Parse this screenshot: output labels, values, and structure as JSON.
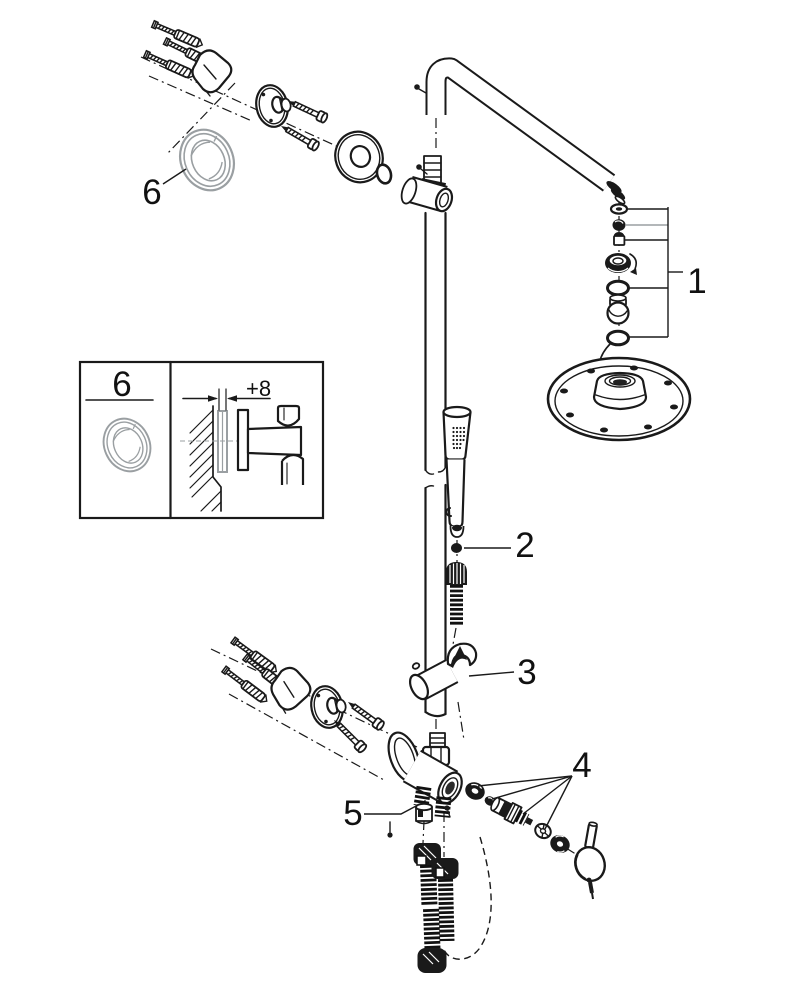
{
  "diagram": {
    "kind": "exploded-parts-diagram",
    "subject": "wall-mounted shower system with rain head, hand shower, diverter valve and mounting hardware"
  },
  "colors": {
    "ink": "#1a1a1a",
    "muted_gray": "#9a9fa2",
    "label": "#111111",
    "background": "#ffffff"
  },
  "callouts": {
    "head_connection": "1",
    "hand_shower_seal": "2",
    "shower_holder": "3",
    "valve_cartridge": "4",
    "outlet_adapter": "5",
    "decor_ring": "6"
  },
  "inset": {
    "ring_label": "6",
    "offset_dimension": "+8"
  }
}
